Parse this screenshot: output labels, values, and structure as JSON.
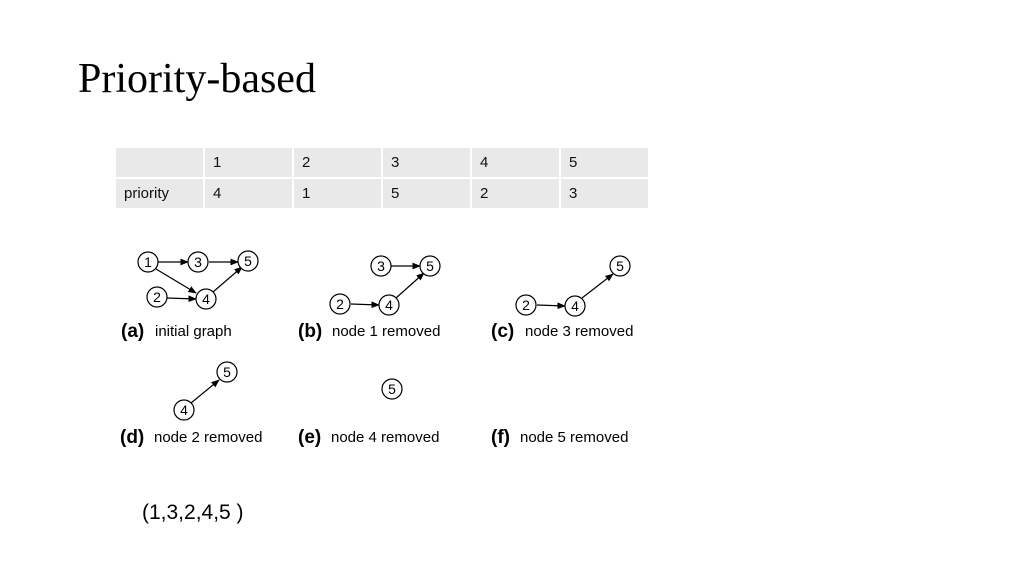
{
  "title": "Priority-based",
  "table": {
    "header": [
      "",
      "1",
      "2",
      "3",
      "4",
      "5"
    ],
    "row": [
      "priority",
      "4",
      "1",
      "5",
      "2",
      "3"
    ]
  },
  "panels": [
    {
      "letter": "(a)",
      "caption": "initial graph",
      "nodes": [
        {
          "label": "1"
        },
        {
          "label": "3"
        },
        {
          "label": "5"
        },
        {
          "label": "2"
        },
        {
          "label": "4"
        }
      ]
    },
    {
      "letter": "(b)",
      "caption": "node 1 removed",
      "nodes": [
        {
          "label": "3"
        },
        {
          "label": "5"
        },
        {
          "label": "2"
        },
        {
          "label": "4"
        }
      ]
    },
    {
      "letter": "(c)",
      "caption": "node 3 removed",
      "nodes": [
        {
          "label": "5"
        },
        {
          "label": "2"
        },
        {
          "label": "4"
        }
      ]
    },
    {
      "letter": "(d)",
      "caption": "node 2 removed",
      "nodes": [
        {
          "label": "5"
        },
        {
          "label": "4"
        }
      ]
    },
    {
      "letter": "(e)",
      "caption": "node 4 removed",
      "nodes": [
        {
          "label": "5"
        }
      ]
    },
    {
      "letter": "(f)",
      "caption": "node 5 removed",
      "nodes": []
    }
  ],
  "result": "(1,3,2,4,5 )"
}
